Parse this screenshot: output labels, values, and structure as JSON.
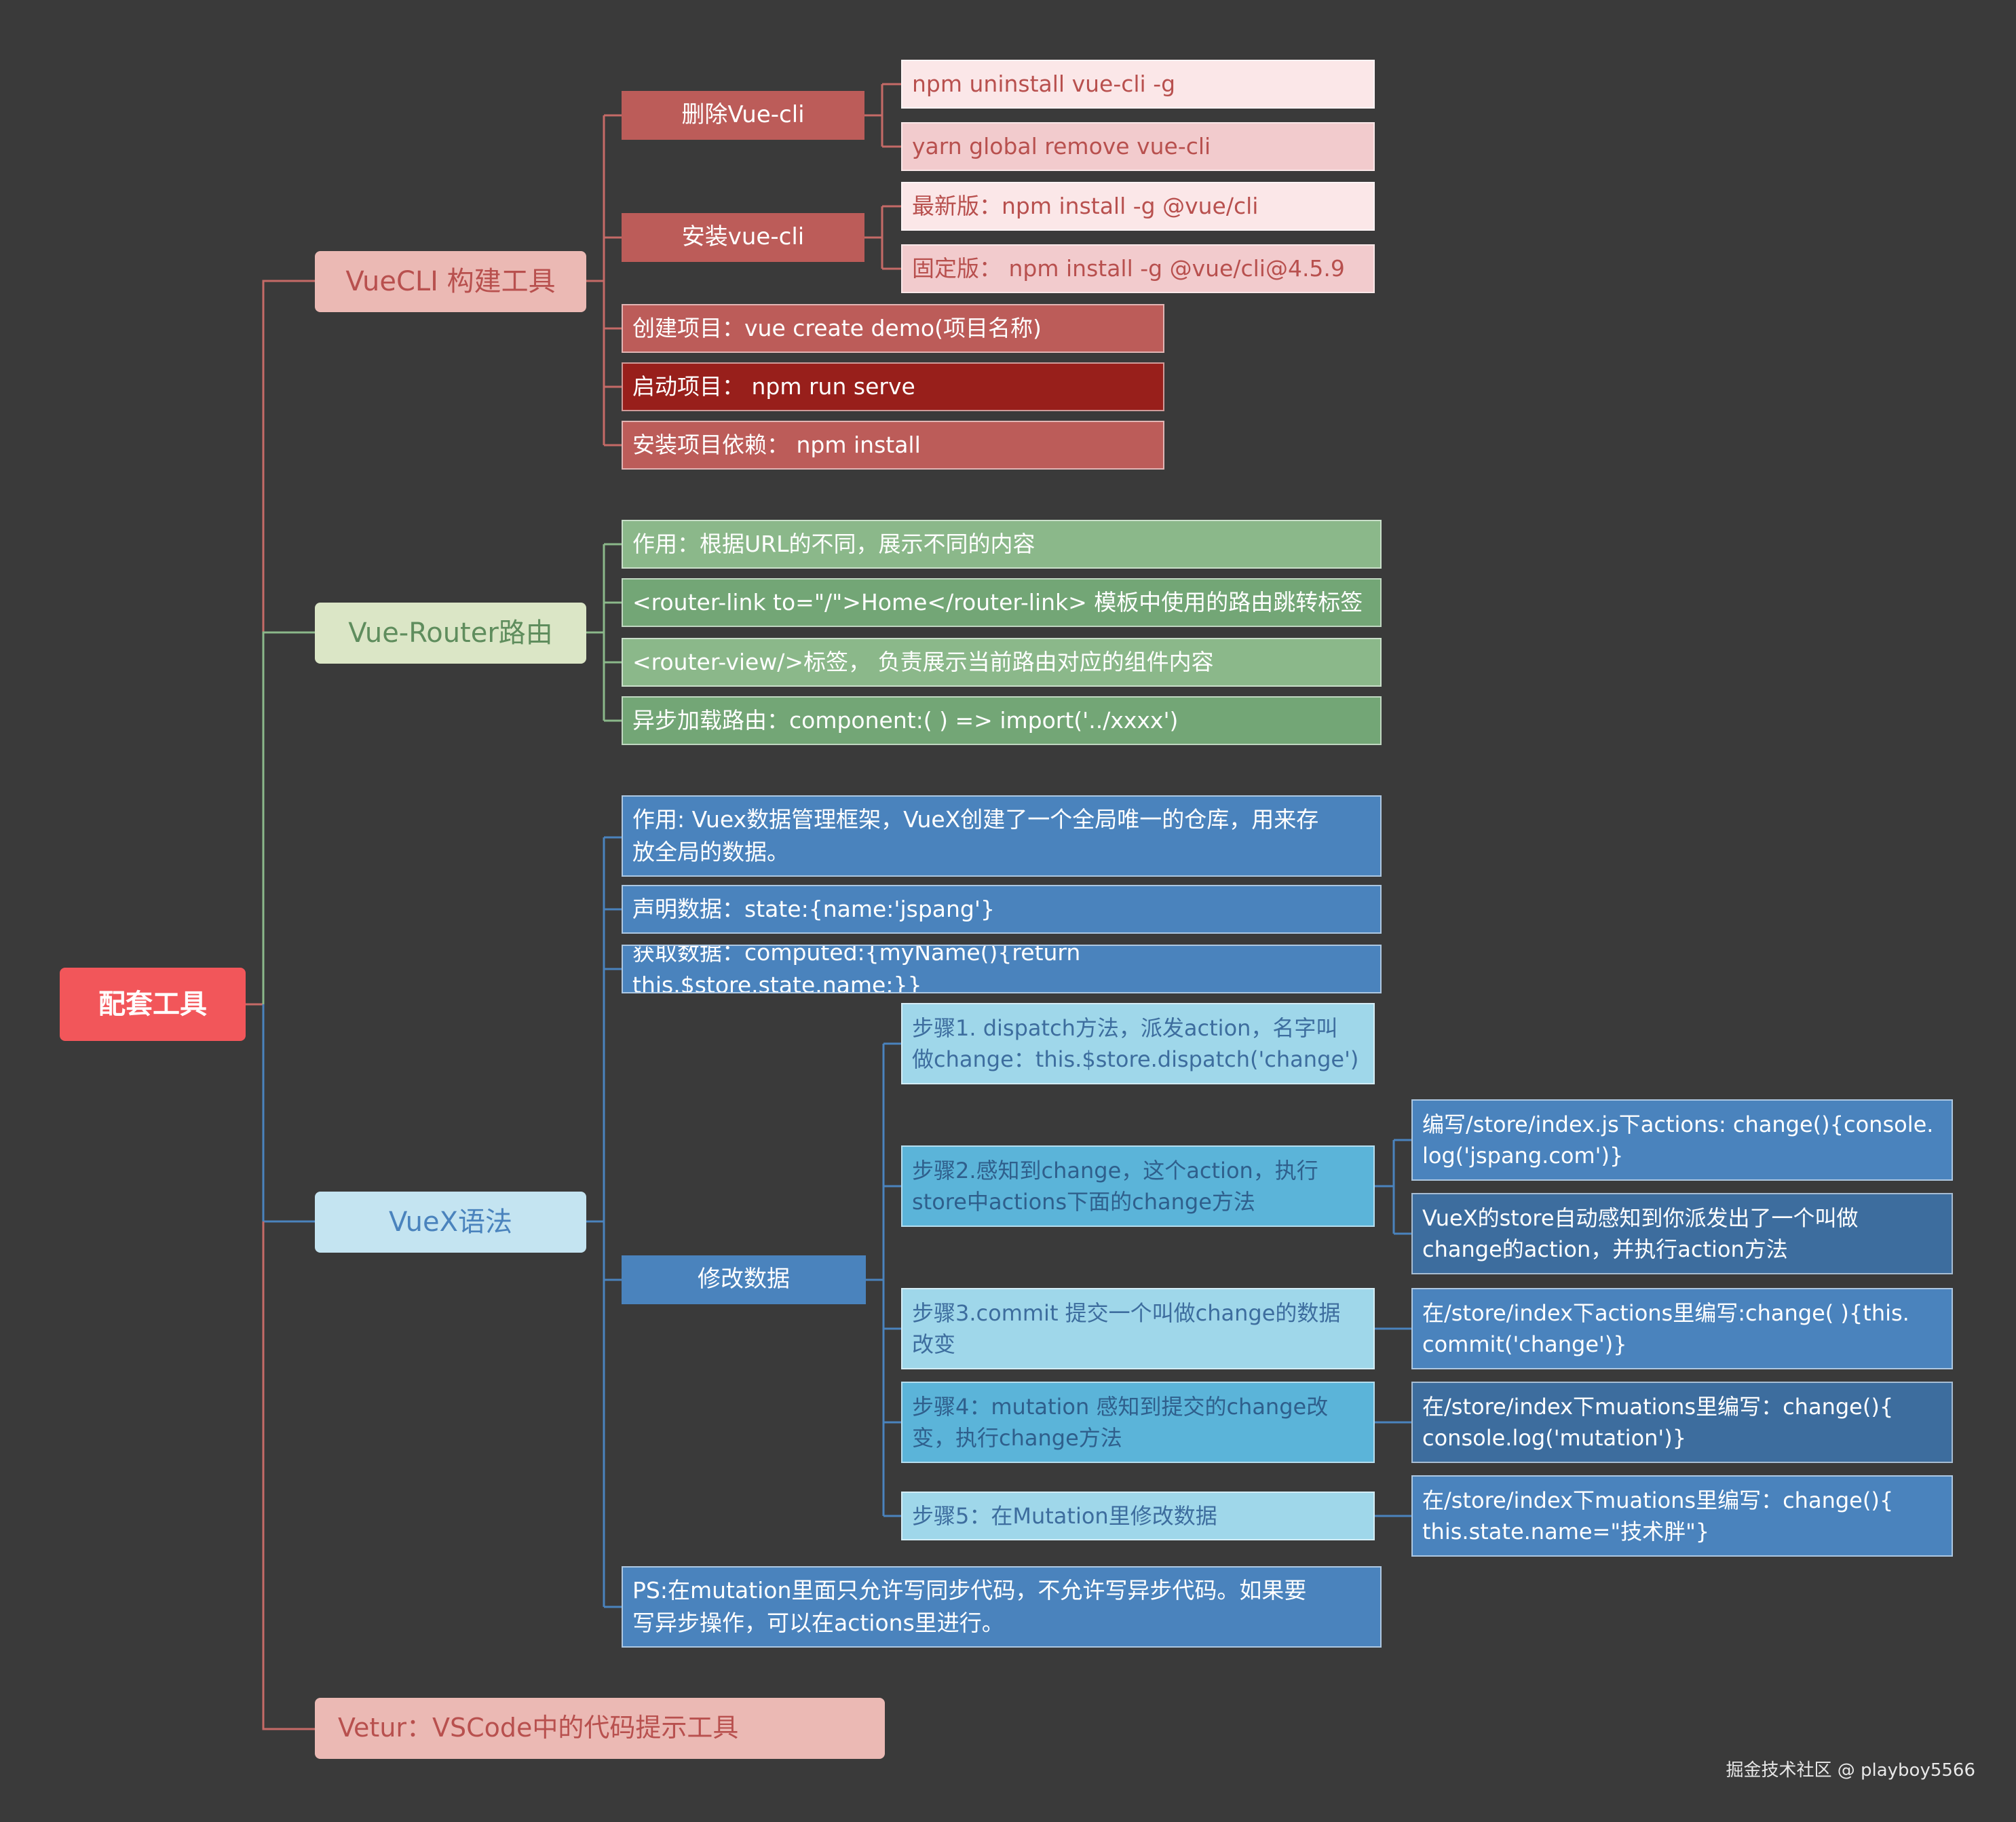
{
  "root": {
    "label": "配套工具"
  },
  "branches": {
    "vuecli": {
      "label": "VueCLI 构建工具",
      "remove": {
        "label": "删除Vue-cli",
        "items": [
          "npm uninstall vue-cli -g",
          "yarn global remove vue-cli"
        ]
      },
      "install": {
        "label": "安装vue-cli",
        "items": [
          "最新版：npm install -g @vue/cli",
          "固定版： npm install  -g @vue/cli@4.5.9"
        ]
      },
      "create": "创建项目：vue create  demo(项目名称)",
      "serve": "启动项目：  npm run serve",
      "deps": "安装项目依赖：  npm  install"
    },
    "router": {
      "label": "Vue-Router路由",
      "items": [
        "作用：根据URL的不同，展示不同的内容",
        "<router-link to=\"/\">Home</router-link> 模板中使用的路由跳转标签",
        "<router-view/>标签， 负责展示当前路由对应的组件内容",
        "异步加载路由：component:( ) => import('../xxxx')"
      ]
    },
    "vuex": {
      "label": "VueX语法",
      "purpose": "作用: Vuex数据管理框架，VueX创建了一个全局唯一的仓库，用来存\n放全局的数据。",
      "declare": "声明数据：state:{name:'jspang'}",
      "get": "获取数据：computed:{myName(){return this.$store.state.name;}}",
      "modify": {
        "label": "修改数据",
        "steps": [
          {
            "text": "步骤1. dispatch方法，派发action，名字叫\n做change：this.$store.dispatch('change')",
            "details": []
          },
          {
            "text": "步骤2.感知到change，这个action，执行\nstore中actions下面的change方法",
            "details": [
              "编写/store/index.js下actions: change(){console.\nlog('jspang.com')}",
              "VueX的store自动感知到你派发出了一个叫做\nchange的action，并执行action方法"
            ]
          },
          {
            "text": "步骤3.commit 提交一个叫做change的数据\n改变",
            "details": [
              "在/store/index下actions里编写:change( ){this.\ncommit('change')}"
            ]
          },
          {
            "text": "步骤4：mutation 感知到提交的change改\n变，执行change方法",
            "details": [
              "在/store/index下muations里编写：change(){\nconsole.log('mutation')}"
            ]
          },
          {
            "text": "步骤5：在Mutation里修改数据",
            "details": [
              "在/store/index下muations里编写：change(){\nthis.state.name=\"技术胖\"}"
            ]
          }
        ]
      },
      "ps": "PS:在mutation里面只允许写同步代码，不允许写异步代码。如果要\n写异步操作，可以在actions里进行。"
    },
    "vetur": {
      "label": "Vetur：VSCode中的代码提示工具"
    }
  },
  "watermark": "掘金技术社区 @ playboy5566",
  "colors": {
    "background": "#3a3a3a",
    "root": "#f2565a",
    "cli_branch": "#ebb9b4",
    "cli_mid": "#bc5c59",
    "cli_light1": "#fbe7e8",
    "cli_light2": "#f2cbcd",
    "cli_dark": "#981f1b",
    "router_branch": "#dbe6c6",
    "router_leaf": "#8bb88a",
    "router_leaf_dark": "#73a676",
    "vuex_branch": "#c4e4f1",
    "vuex_mid": "#4a83bd",
    "vuex_step_light": "#9fd7ea",
    "vuex_step_mid": "#5bb4d9",
    "vuex_detail": "#3d6d9e",
    "vetur_branch": "#ebb9b4"
  }
}
